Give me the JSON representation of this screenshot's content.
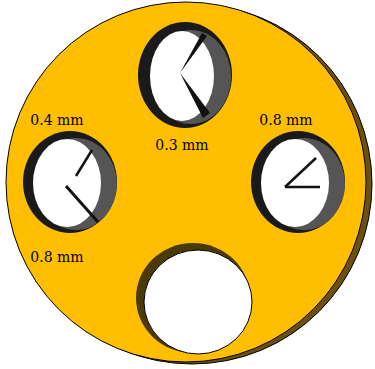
{
  "diagram": {
    "labels": [
      "0.4 mm",
      "0.8 mm",
      "0.3 mm",
      "0.8 mm"
    ]
  }
}
